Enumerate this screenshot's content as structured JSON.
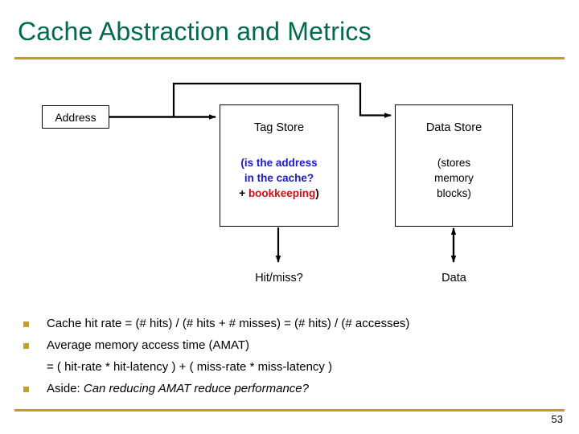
{
  "slide": {
    "title": "Cache Abstraction and Metrics",
    "page_number": "53",
    "accent_color": "#c29d1d",
    "title_color": "#00694a",
    "bullet_color": "#c8a020"
  },
  "diagram": {
    "address_box": {
      "label": "Address"
    },
    "tag_store": {
      "heading": "Tag Store",
      "sub_line1": "(is the address",
      "sub_line2": "in the cache?",
      "sub_line3_plus": "+ ",
      "sub_line3_red": "bookkeeping",
      "sub_line3_close": ")",
      "text_color": "#1a1acc",
      "highlight_color": "#cc1111",
      "output_label": "Hit/miss?"
    },
    "data_store": {
      "heading": "Data Store",
      "sub_line1": "(stores",
      "sub_line2": "memory",
      "sub_line3": "blocks)",
      "text_color": "#000000",
      "output_label": "Data"
    }
  },
  "bullets": [
    {
      "text": "Cache hit rate = (# hits) / (# hits + # misses) = (# hits) / (# accesses)"
    },
    {
      "text": "Average memory access time (AMAT)",
      "continuation": "= ( hit-rate * hit-latency ) + ( miss-rate * miss-latency )"
    },
    {
      "prefix": "Aside: ",
      "italic": "Can reducing AMAT reduce performance?"
    }
  ]
}
